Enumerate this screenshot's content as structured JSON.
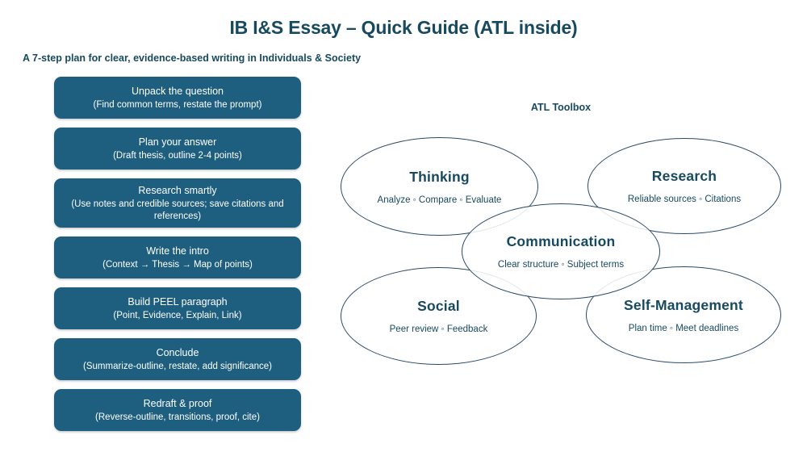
{
  "page": {
    "title": "IB I&S Essay – Quick Guide (ATL inside)",
    "subtitle": "A 7-step plan for clear, evidence-based writing in Individuals & Society"
  },
  "steps": [
    {
      "title": "Unpack the question",
      "detail": "(Find common terms, restate the prompt)"
    },
    {
      "title": "Plan your answer",
      "detail": "(Draft thesis, outline 2-4 points)"
    },
    {
      "title": "Research smartly",
      "detail": "(Use notes and credible sources; save citations and references)"
    },
    {
      "title": "Write the intro",
      "detail": "(Context → Thesis → Map of points)"
    },
    {
      "title": "Build PEEL paragraph",
      "detail": "(Point, Evidence, Explain, Link)"
    },
    {
      "title": "Conclude",
      "detail": "(Summarize-outline, restate, add significance)"
    },
    {
      "title": "Redraft & proof",
      "detail": "(Reverse-outline, transitions, proof, cite)"
    }
  ],
  "toolbox": {
    "title": "ATL Toolbox",
    "bubbles": [
      {
        "name": "Thinking",
        "skills": "Analyze ◦ Compare ◦ Evaluate"
      },
      {
        "name": "Research",
        "skills": "Reliable sources ◦ Citations"
      },
      {
        "name": "Communication",
        "skills": "Clear structure ◦ Subject terms"
      },
      {
        "name": "Social",
        "skills": "Peer review ◦ Feedback"
      },
      {
        "name": "Self-Management",
        "skills": "Plan time ◦ Meet deadlines"
      }
    ]
  },
  "colors": {
    "step_fill": "#1e5f7f",
    "ink": "#17495f",
    "ellipse_stroke": "#2b4a68"
  }
}
